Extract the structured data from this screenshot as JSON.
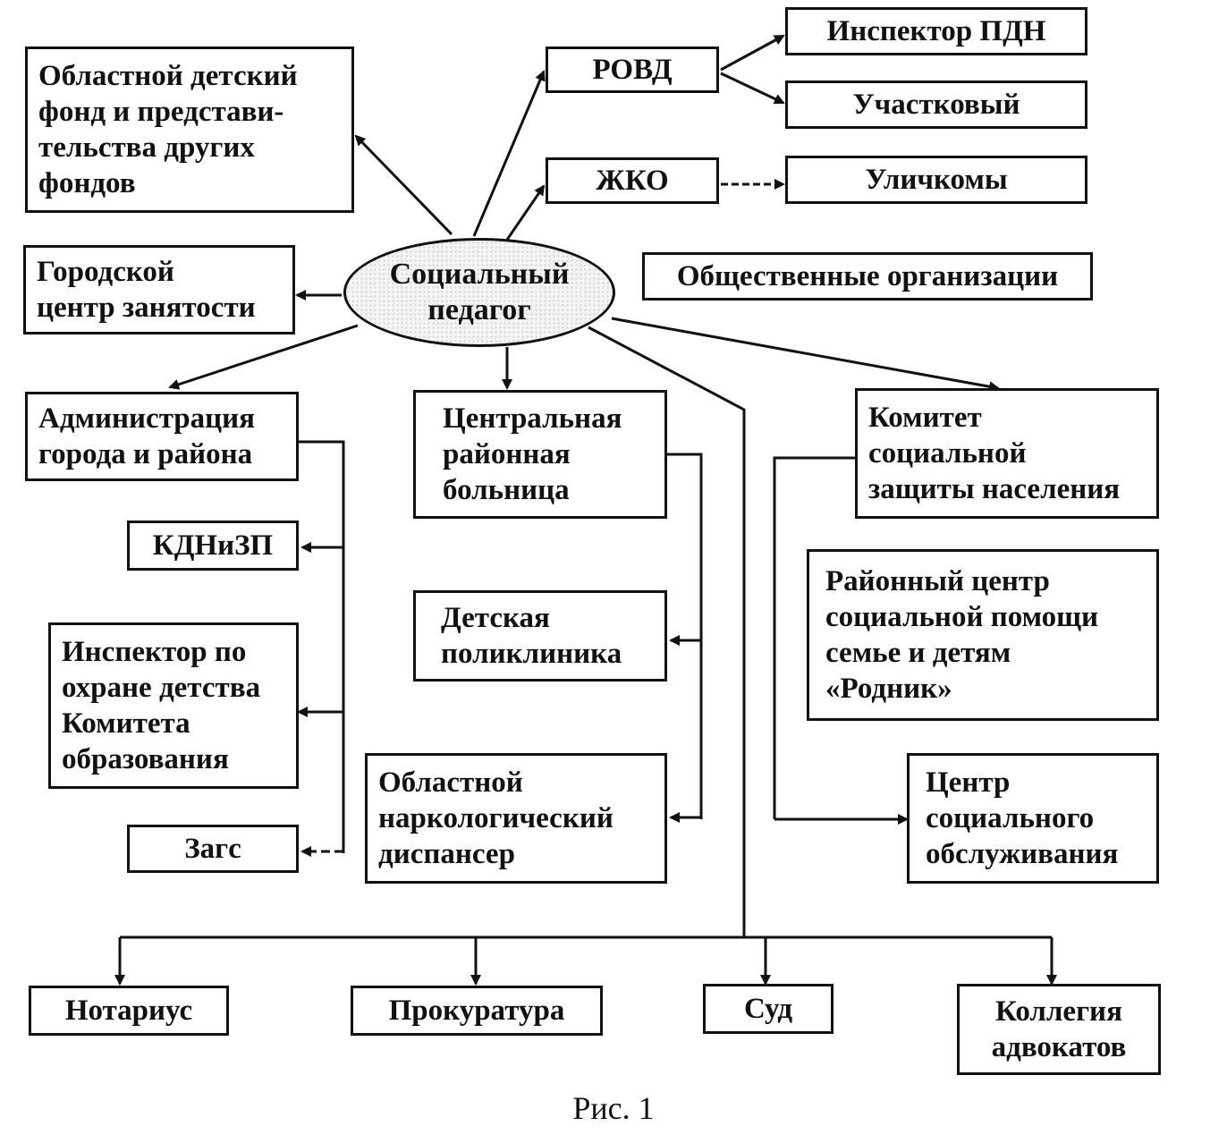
{
  "center": "Социальный\nпедагог",
  "nodes": {
    "regional_fund": "Областной детский\nфонд и представи-\nтельства других\nфондов",
    "employment": "Городской\nцентр занятости",
    "rovd": "РОВД",
    "pdn_inspector": "Инспектор ПДН",
    "district_officer": "Участковый",
    "zhko": "ЖКО",
    "street_committees": "Уличкомы",
    "public_orgs": "Общественные организации",
    "administration": "Администрация\nгорода и района",
    "kdnizp": "КДНиЗП",
    "child_inspector": "Инспектор по\nохране детства\nКомитета\nобразования",
    "zags": "Загс",
    "central_hospital": "Центральная\nрайонная\nбольница",
    "child_clinic": "Детская\nполиклиника",
    "narco_dispensary": "Областной\nнаркологический\nдиспансер",
    "social_protection": "Комитет\nсоциальной\nзащиты населения",
    "rodnik": "Районный центр\nсоциальной помощи\nсемье и детям\n«Родник»",
    "social_service": "Центр\nсоциального\nобслуживания",
    "notary": "Нотариус",
    "prosecutor": "Прокуратура",
    "court": "Суд",
    "bar": "Коллегия\nадвокатов"
  },
  "caption": "Рис. 1"
}
